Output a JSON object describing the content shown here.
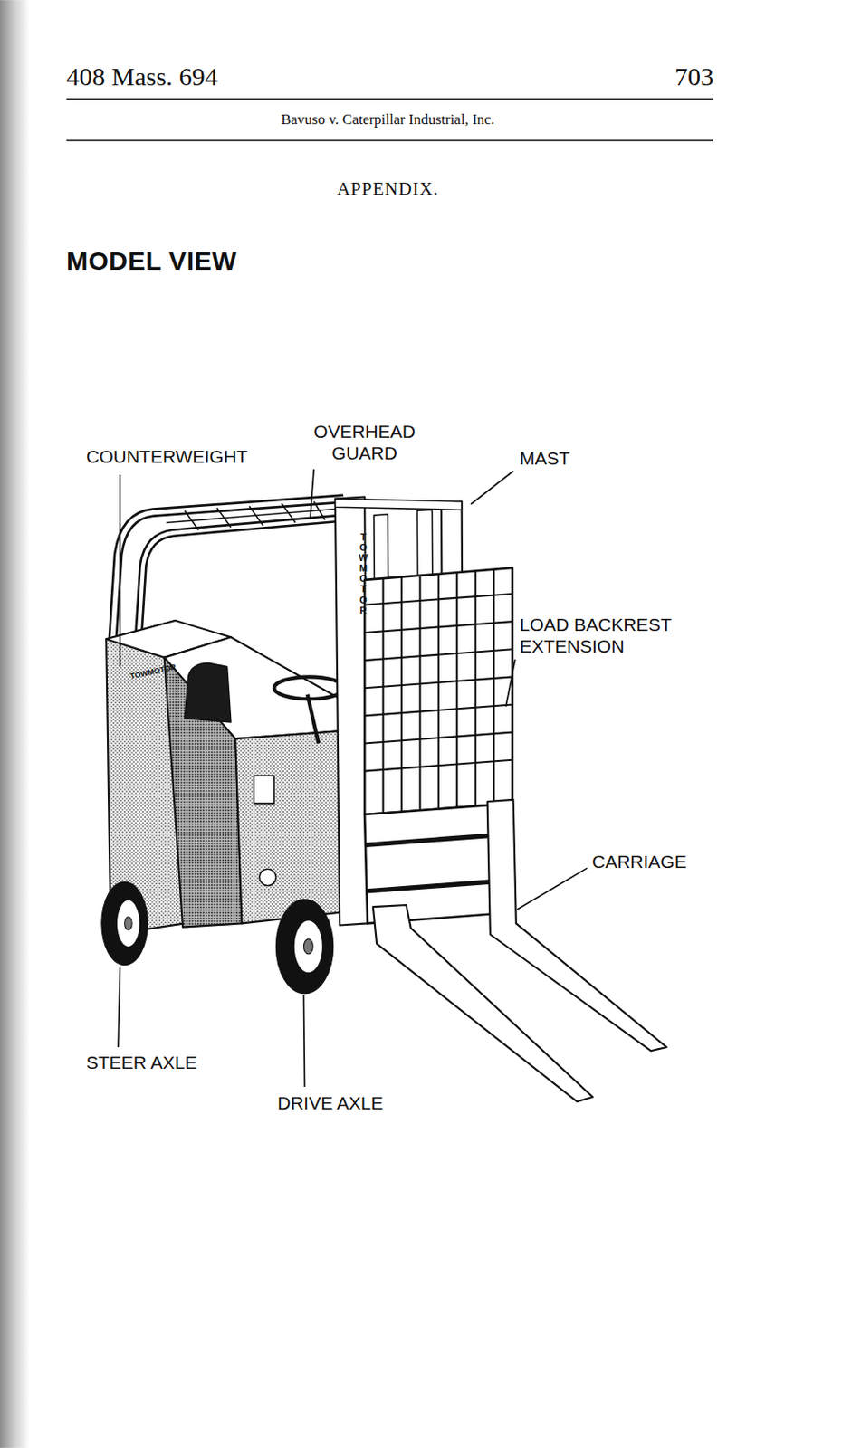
{
  "diagram": {
    "title": "MODEL VIEW",
    "labels": [
      "408 Mass. 694",
      "703",
      "Bavuso v. Caterpillar Industrial, Inc.",
      "APPENDIX.",
      "COUNTERWEIGHT",
      "OVERHEAD GUARD",
      "MAST",
      "LOAD BACKREST EXTENSION",
      "TOWMOTOR",
      "TOWMOTOR",
      "CARRIAGE",
      "STEER AXLE",
      "DRIVE AXLE"
    ]
  }
}
